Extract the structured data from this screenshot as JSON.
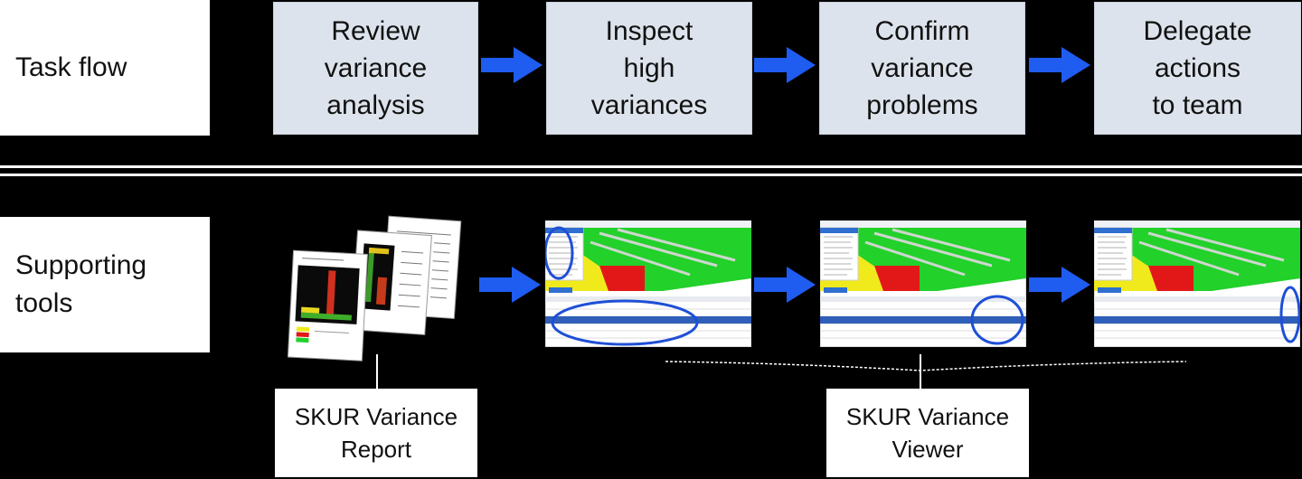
{
  "labels": {
    "task_flow": "Task flow",
    "supporting_tools": "Supporting tools"
  },
  "steps": [
    "Review\nvariance\nanalysis",
    "Inspect\nhigh\nvariances",
    "Confirm\nvariance\nproblems",
    "Delegate\nactions\nto team"
  ],
  "tools": {
    "report": "SKUR Variance\nReport",
    "viewer": "SKUR Variance\nViewer"
  },
  "colors": {
    "arrow": "#1f5cf0",
    "highlight": "#1f4fd6",
    "step_bg": "#dde3ec",
    "model_green": "#22d12a",
    "model_yellow": "#f0ea1c",
    "model_red": "#e21818"
  }
}
